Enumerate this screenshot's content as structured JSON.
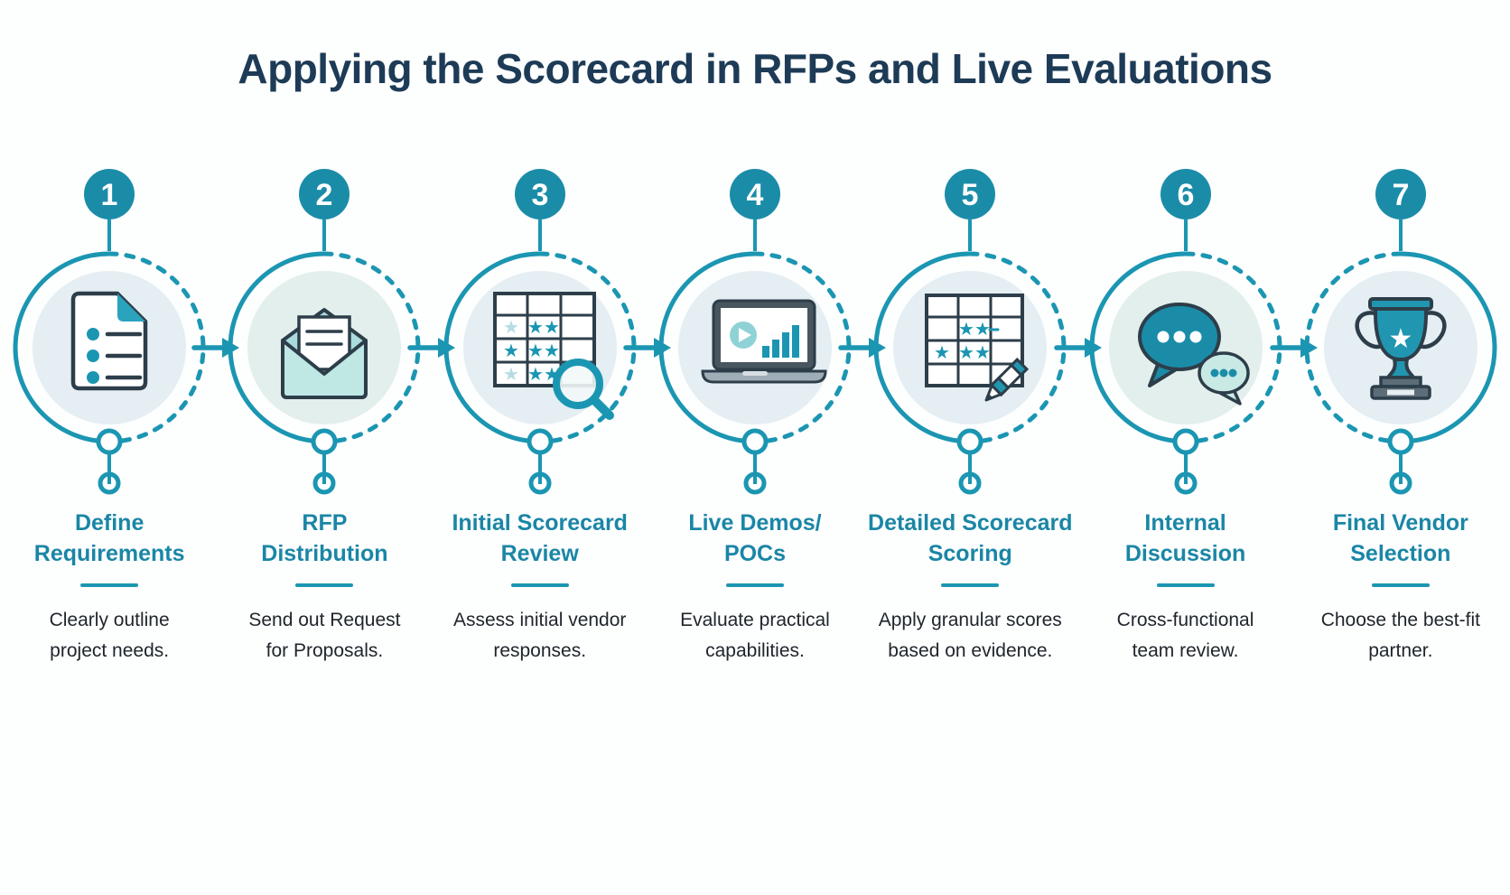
{
  "header": {
    "title": "Applying the Scorecard in RFPs and Live Evaluations"
  },
  "colors": {
    "accent_teal": "#1b96b2",
    "deep_teal": "#1b8ca8",
    "title_navy": "#1d3b56",
    "body_text": "#1e252b",
    "circle_bg_blue": "#e4eef3",
    "circle_bg_mint": "#e2efec",
    "icon_outline_dark": "#2d3e4a",
    "light_teal_fill": "#a9dcda"
  },
  "steps": [
    {
      "number": "1",
      "icon": "document-checklist-icon",
      "title": "Define\nRequirements",
      "description": "Clearly outline\nproject needs."
    },
    {
      "number": "2",
      "icon": "envelope-icon",
      "title": "RFP\nDistribution",
      "description": "Send out Request\nfor Proposals."
    },
    {
      "number": "3",
      "icon": "scorecard-magnifier-icon",
      "title": "Initial Scorecard\nReview",
      "description": "Assess initial vendor\nresponses."
    },
    {
      "number": "4",
      "icon": "laptop-demo-icon",
      "title": "Live Demos/\nPOCs",
      "description": "Evaluate practical\ncapabilities."
    },
    {
      "number": "5",
      "icon": "scorecard-pencil-icon",
      "title": "Detailed Scorecard\nScoring",
      "description": "Apply granular scores\nbased on evidence."
    },
    {
      "number": "6",
      "icon": "speech-bubbles-icon",
      "title": "Internal\nDiscussion",
      "description": "Cross-functional\nteam review."
    },
    {
      "number": "7",
      "icon": "trophy-icon",
      "title": "Final Vendor\nSelection",
      "description": "Choose the best-fit\npartner."
    }
  ]
}
